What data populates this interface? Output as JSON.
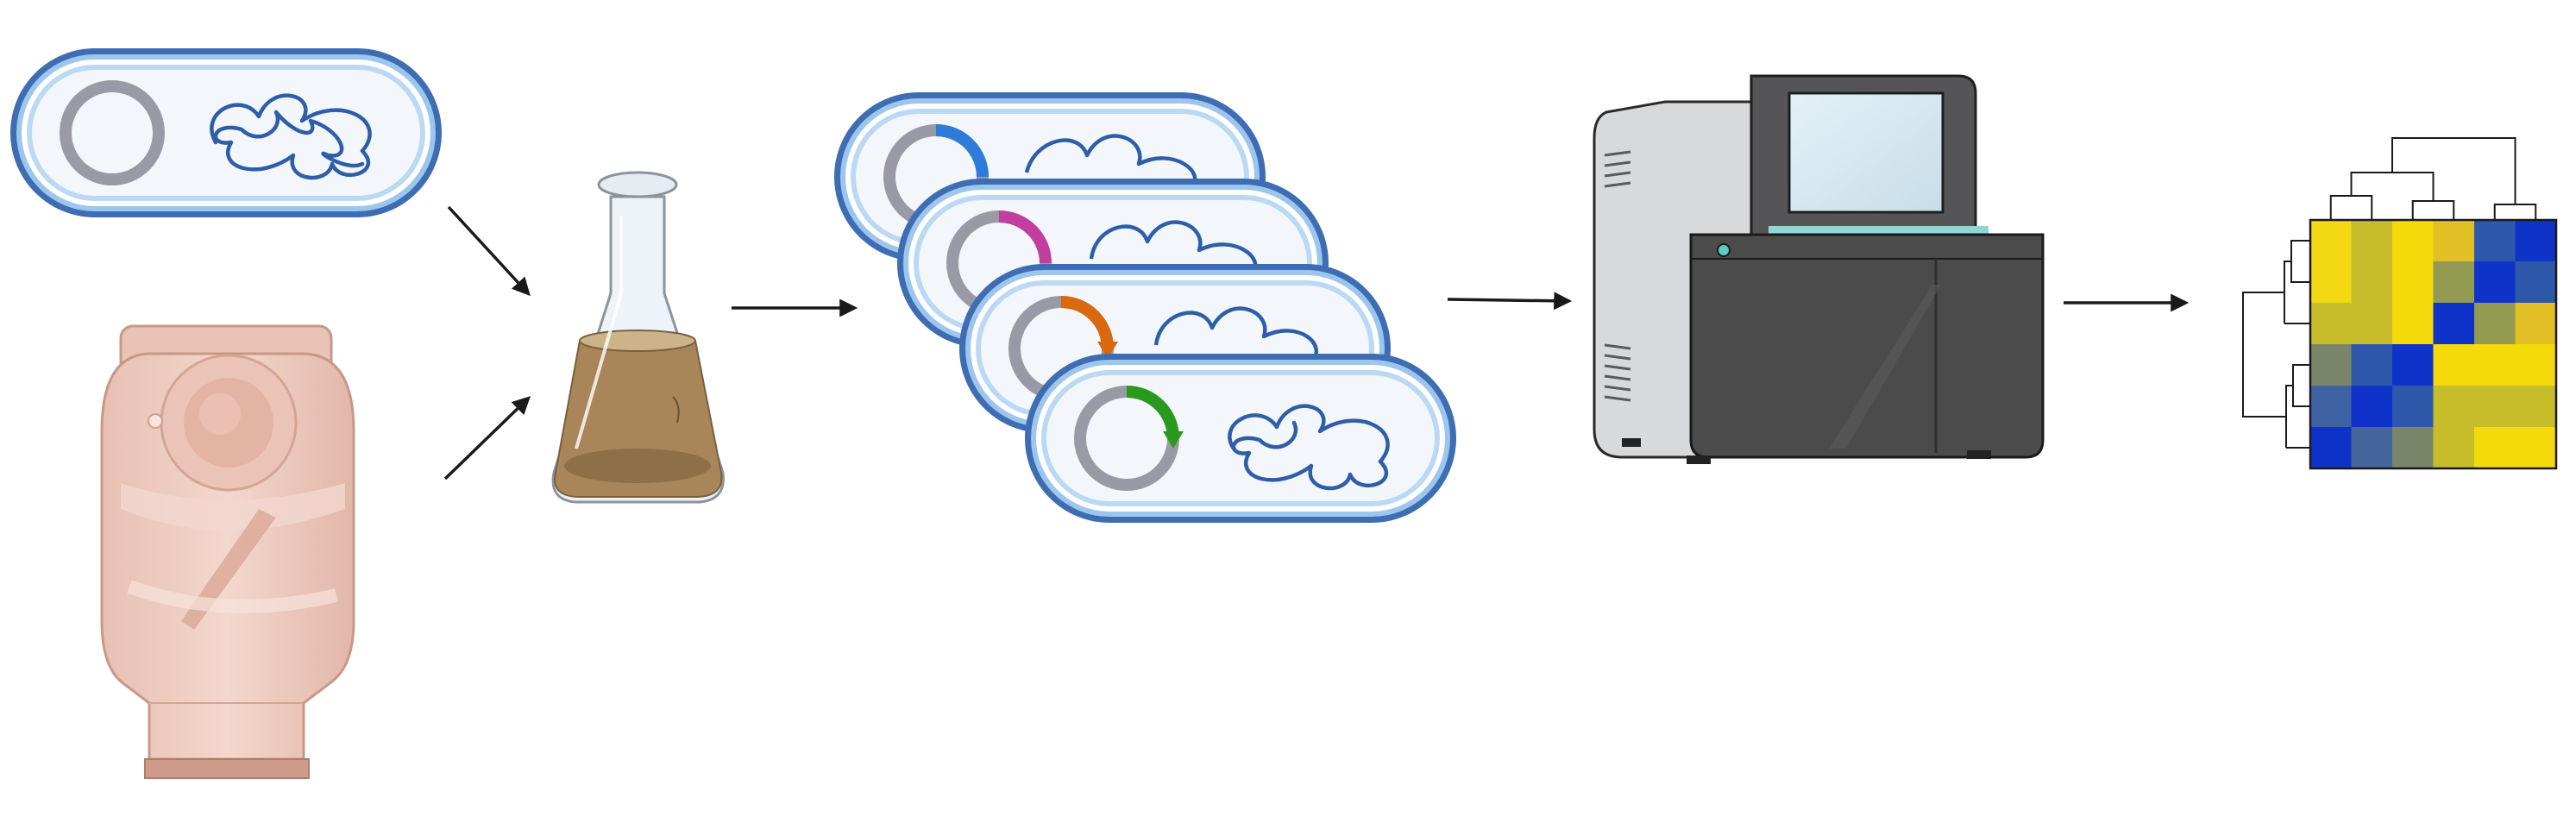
{
  "figure": {
    "stages": [
      {
        "id": "bacterium-input",
        "icon": "bacterium-with-plasmid-icon"
      },
      {
        "id": "ostomy-bag-input",
        "icon": "ostomy-bag-icon"
      },
      {
        "id": "culture",
        "icon": "erlenmeyer-flask-icon"
      },
      {
        "id": "transformed-bacteria",
        "icon": "bacteria-stack-icon"
      },
      {
        "id": "sequencing",
        "icon": "sequencer-machine-icon"
      },
      {
        "id": "analysis",
        "icon": "clustered-heatmap-icon"
      }
    ],
    "colors": {
      "membrane_outer": "#3f6db3",
      "membrane_inner": "#9cc6ee",
      "cytoplasm": "#f3f7fc",
      "chromosome": "#2f5ea8",
      "plasmid_base": "#9a9aa6",
      "plasmid_markers": [
        "#2e7bd9",
        "#c23fa0",
        "#d9680f",
        "#2a9a1f"
      ],
      "flask_liquid": "#a8865a",
      "ostomy_bag": "#ecc9bc",
      "sequencer_body": "#4b4b4b",
      "heatmap_yellow": "#f5d90a",
      "heatmap_blue": "#1332c9"
    },
    "heatmap": {
      "rows": 6,
      "cols": 6,
      "cell_colors": [
        [
          "#f3d914",
          "#c7bd2b",
          "#f5da0b",
          "#e2bf24",
          "#2e58a9",
          "#0f33c8"
        ],
        [
          "#f3d914",
          "#c7bd2b",
          "#f5da0b",
          "#939a52",
          "#0f33c8",
          "#2e58a9"
        ],
        [
          "#c7bd2b",
          "#c7bd2b",
          "#f5da0b",
          "#0f33c8",
          "#939a52",
          "#e2bf24"
        ],
        [
          "#7a8669",
          "#2e58a9",
          "#0f33c8",
          "#f5da0b",
          "#f5da0b",
          "#f5da0b"
        ],
        [
          "#3f62a3",
          "#0f33c8",
          "#2e58a9",
          "#c7bd2b",
          "#c7bd2b",
          "#c7bd2b"
        ],
        [
          "#0f33c8",
          "#45649b",
          "#7a8669",
          "#c7bd2b",
          "#f5da0b",
          "#f5da0b"
        ]
      ]
    }
  }
}
